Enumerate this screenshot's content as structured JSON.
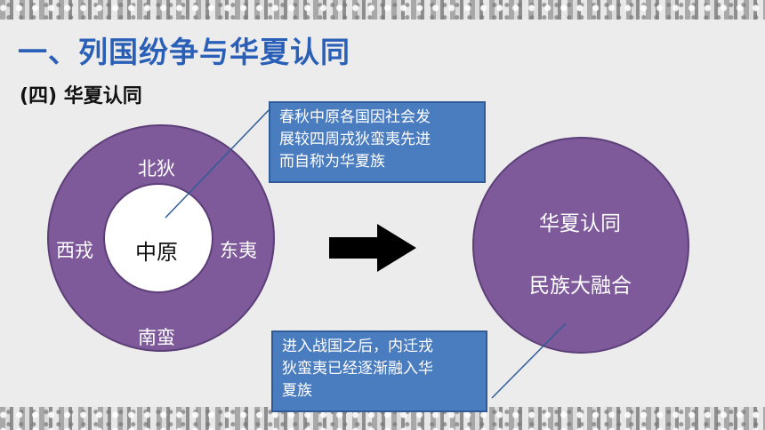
{
  "slide": {
    "title": "一、列国纷争与华夏认同",
    "subtitle": "(四) 华夏认同"
  },
  "diagram": {
    "ring": {
      "north": "北狄",
      "west": "西戎",
      "east": "东夷",
      "south": "南蛮",
      "center": "中原"
    },
    "result": {
      "line1": "华夏认同",
      "line2": "民族大融合"
    },
    "callout_top": {
      "line1": "春秋中原各国因社会发",
      "line2": "展较四周戎狄蛮夷先进",
      "line3": "而自称为华夏族"
    },
    "callout_bottom": {
      "line1": "进入战国之后，内迁戎",
      "line2": "狄蛮夷已经逐渐融入华",
      "line3": "夏族"
    }
  },
  "colors": {
    "title": "#2a5fb8",
    "purple": "#7e5a9b",
    "callout": "#4a7cc0"
  }
}
